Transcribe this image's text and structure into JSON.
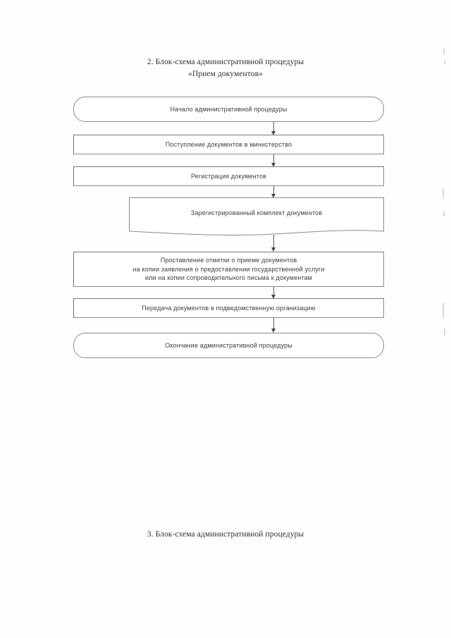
{
  "document": {
    "title_line1": "2. Блок-схема административной процедуры",
    "title_line2": "«Прием документов»",
    "bottom_heading": "3. Блок-схема административной процедуры"
  },
  "flowchart": {
    "accent_color": "#8b8b8b",
    "text_color": "#3d3d3d",
    "nodes": [
      {
        "id": "start",
        "shape": "terminator",
        "label": "Начало административной процедуры"
      },
      {
        "id": "arrival",
        "shape": "process",
        "label": "Поступление документов в министерство"
      },
      {
        "id": "registration",
        "shape": "process",
        "label": "Регистрация документов"
      },
      {
        "id": "registered-set",
        "shape": "document",
        "label": "Зарегистрированный комплект документов"
      },
      {
        "id": "mark",
        "shape": "process",
        "label": "Проставление отметки о приеме документов\nна копии заявления о предоставлении государственной услуги\nили на копии сопроводительного письма к документам"
      },
      {
        "id": "transfer",
        "shape": "process",
        "label": "Передача документов в подведомственную организацию"
      },
      {
        "id": "end",
        "shape": "terminator",
        "label": "Окончание административной процедуры"
      }
    ]
  }
}
